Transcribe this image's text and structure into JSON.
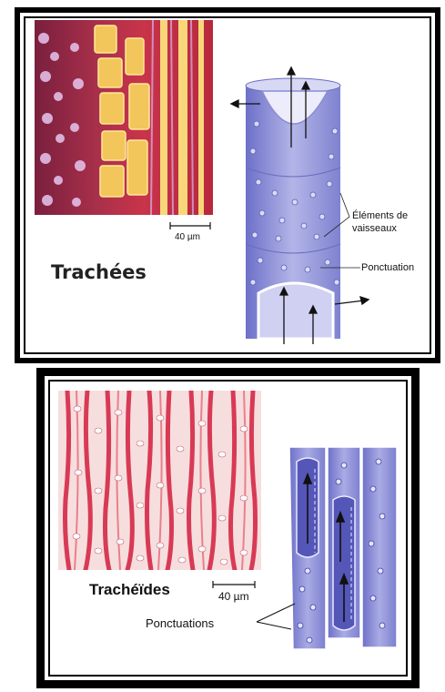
{
  "top_panel": {
    "title": "Trachées",
    "scale_label": "40 µm",
    "label_elements": "Éléments de vaisseaux",
    "label_ponctuation": "Ponctuation"
  },
  "bottom_panel": {
    "title": "Trachéïdes",
    "scale_label": "40 µm",
    "label_ponctuations": "Ponctuations"
  },
  "colors": {
    "frame": "#000000",
    "micrograph_red": "#c8344a",
    "vessel_blue": "#8d8fd6"
  }
}
